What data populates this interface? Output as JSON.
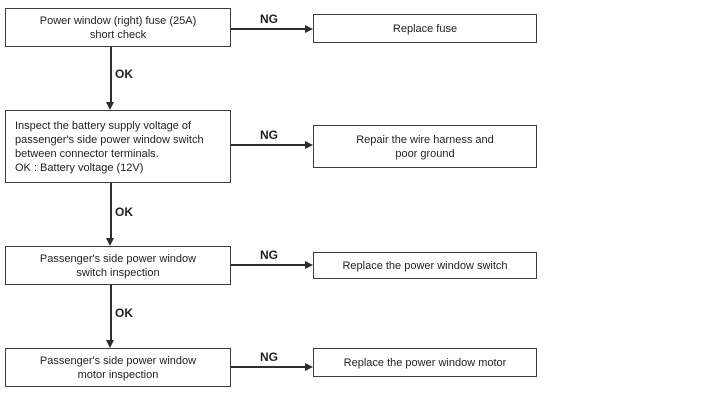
{
  "labels": {
    "ok": "OK",
    "ng": "NG"
  },
  "colors": {
    "background": "#ffffff",
    "box_border": "#3d3d3d",
    "line": "#2e2e2e",
    "text": "#1f1f1f"
  },
  "steps": [
    {
      "check_lines": [
        "Power window (right) fuse (25A)",
        "short check"
      ],
      "ng_action_lines": [
        "Replace fuse"
      ]
    },
    {
      "check_lines": [
        "Inspect the battery supply voltage of",
        "passenger's side power window switch",
        "between connector terminals.",
        "OK : Battery voltage (12V)"
      ],
      "ng_action_lines": [
        "Repair the wire harness and",
        "poor ground"
      ]
    },
    {
      "check_lines": [
        "Passenger's side power window",
        "switch inspection"
      ],
      "ng_action_lines": [
        "Replace the power window switch"
      ]
    },
    {
      "check_lines": [
        "Passenger's side power window",
        "motor inspection"
      ],
      "ng_action_lines": [
        "Replace the power window motor"
      ]
    }
  ]
}
